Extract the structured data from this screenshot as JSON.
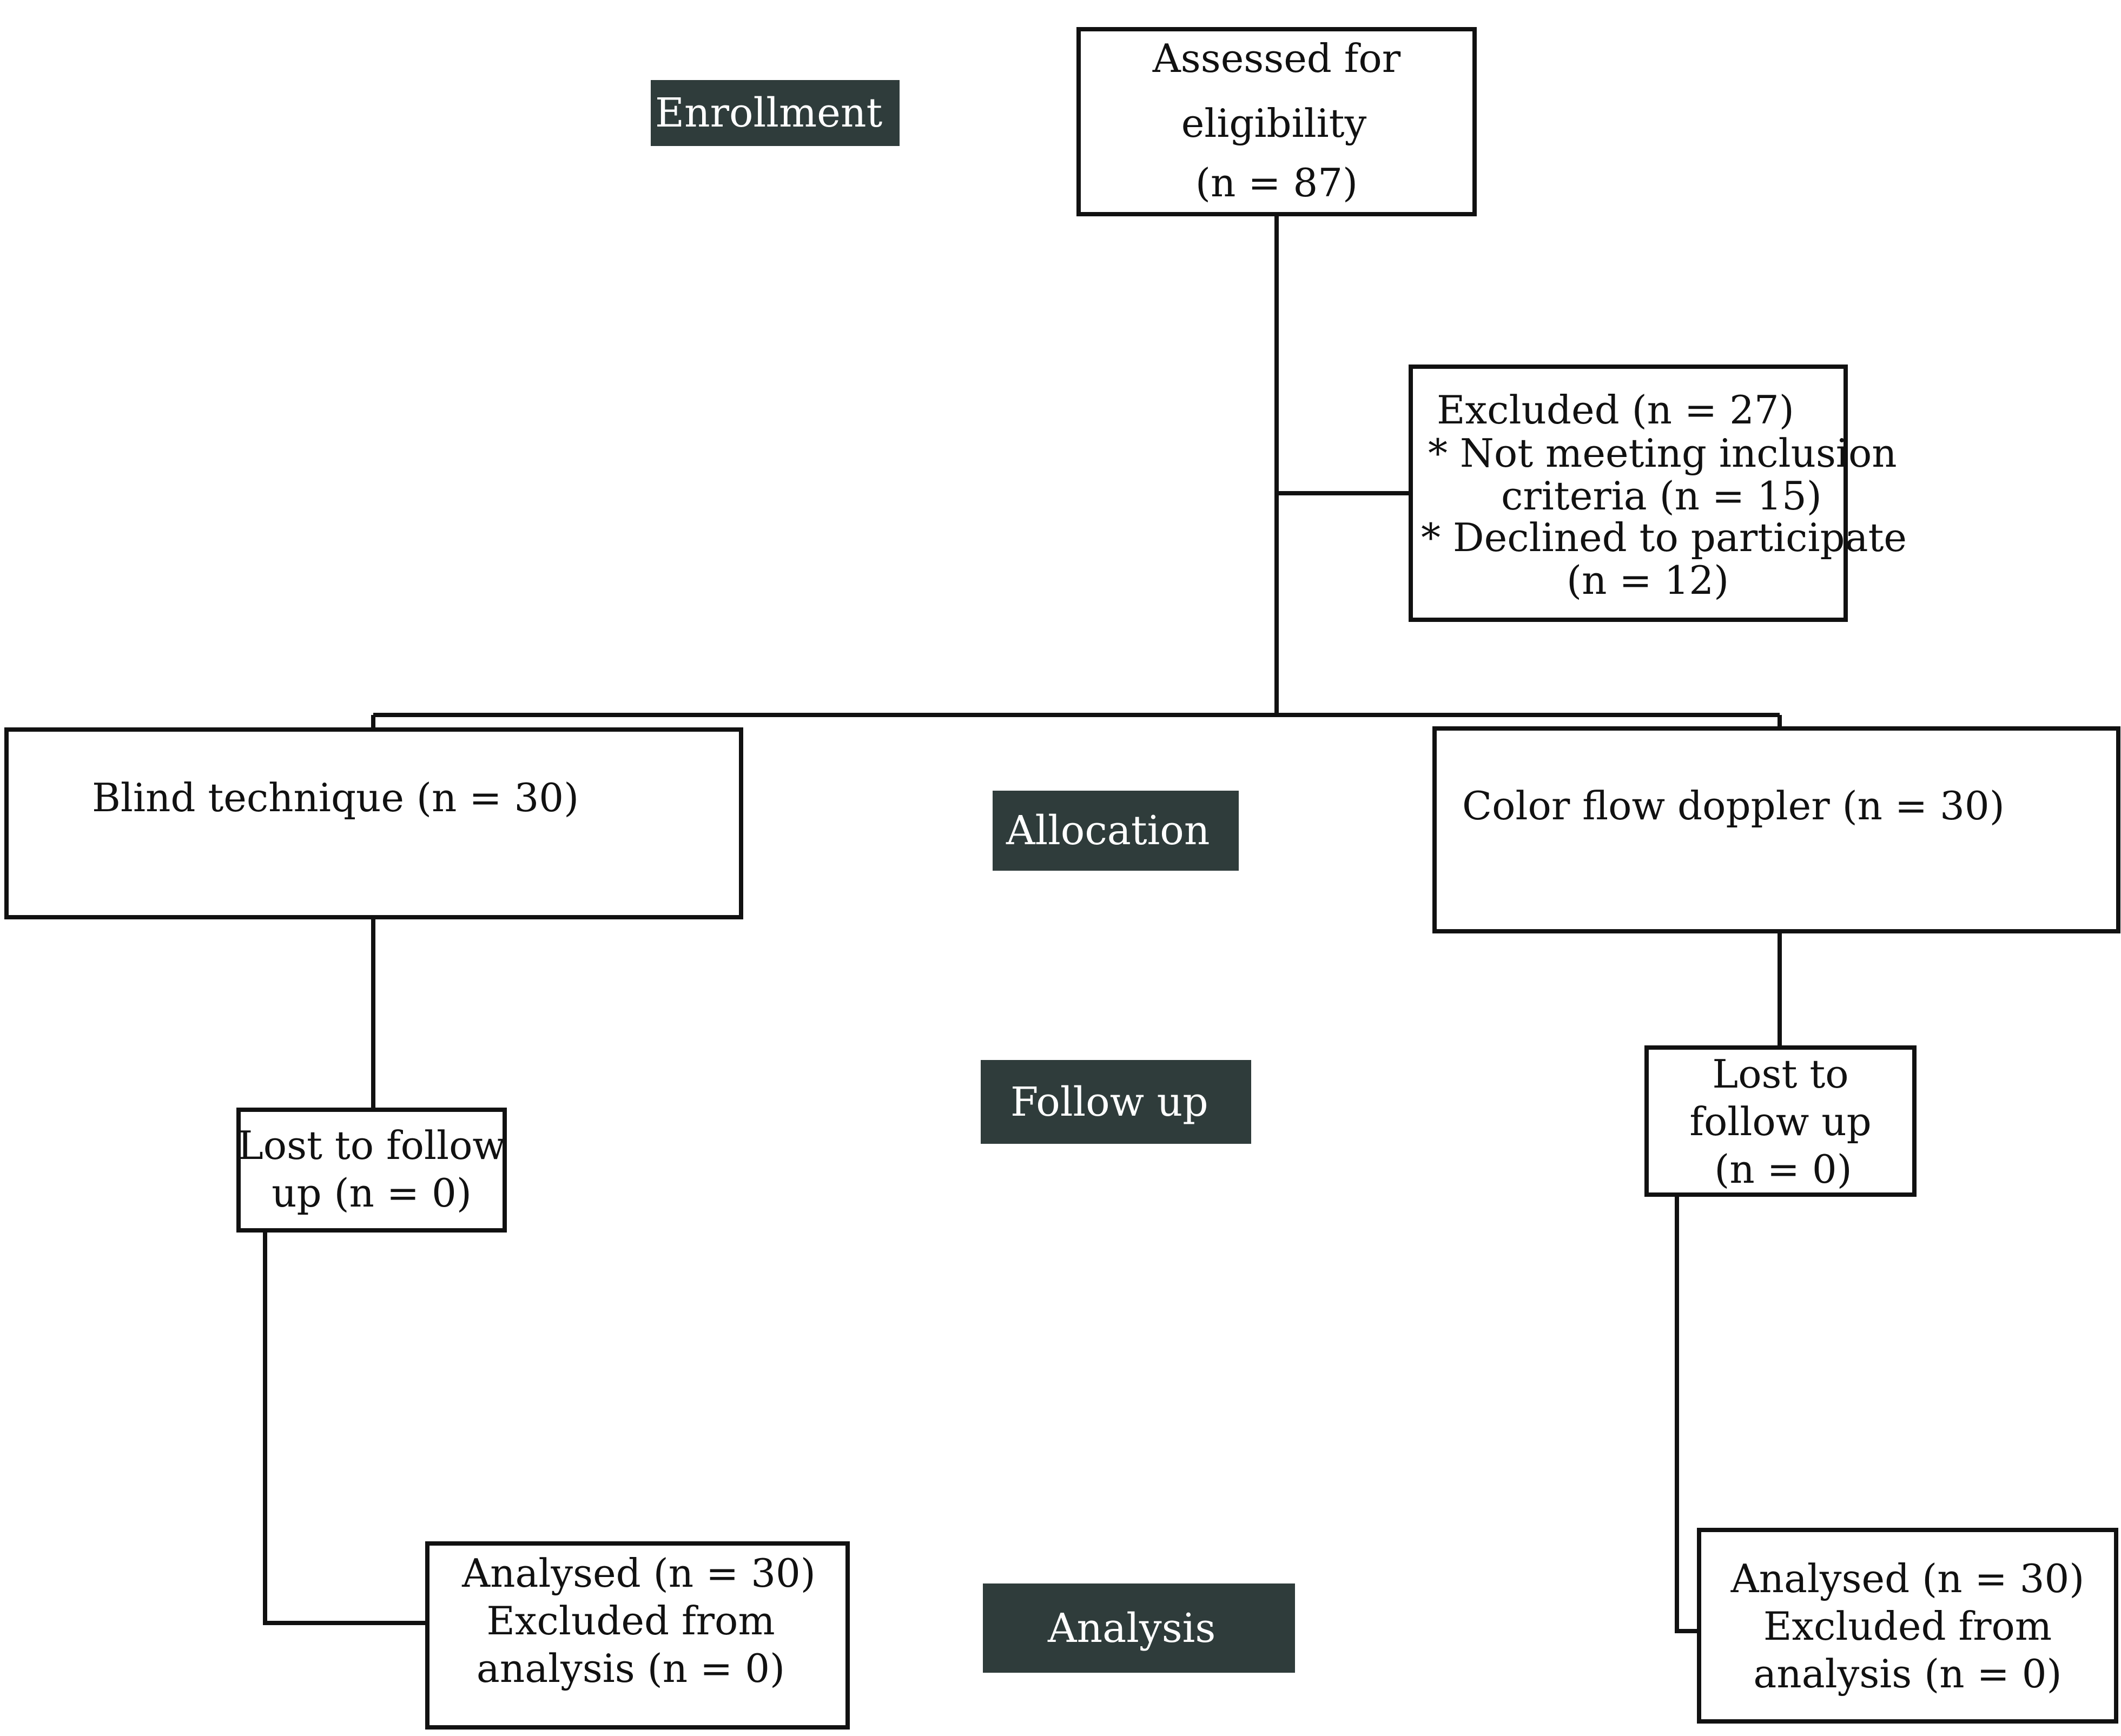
{
  "stages": {
    "enrollment": "Enrollment",
    "allocation": "Allocation",
    "follow_up": "Follow up",
    "analysis": "Analysis"
  },
  "assessed": {
    "line1": "Assessed for",
    "line2": "eligibility",
    "line3": "(n = 87)"
  },
  "excluded": {
    "line1": "Excluded (n = 27)",
    "line2": "* Not meeting inclusion",
    "line3": "criteria (n = 15)",
    "line4": "* Declined to participate",
    "line5": "(n = 12)"
  },
  "arm_left": {
    "group": "Blind technique (n = 30)",
    "lost_line1": "Lost to follow",
    "lost_line2": "up (n = 0)",
    "analysed_line1": "Analysed (n = 30)",
    "analysed_line2": "Excluded from",
    "analysed_line3": "analysis (n = 0)"
  },
  "arm_right": {
    "group": "Color flow doppler (n = 30)",
    "lost_line1": "Lost to",
    "lost_line2": "follow up",
    "lost_line3": "(n = 0)",
    "analysed_line1": "Analysed (n = 30)",
    "analysed_line2": "Excluded from",
    "analysed_line3": "analysis (n = 0)"
  },
  "colors": {
    "stage_background": "#2f3c3b",
    "stage_text": "#ffffff",
    "line": "#111111"
  }
}
